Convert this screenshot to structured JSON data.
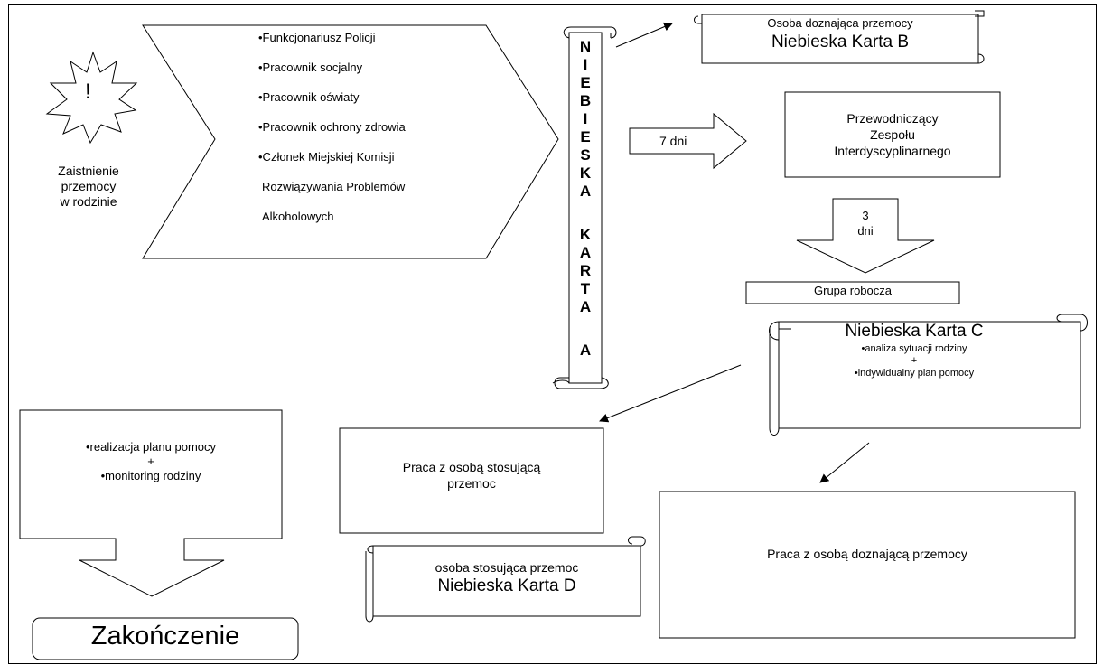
{
  "event": {
    "symbol": "!",
    "label_lines": [
      "Zaistnienie",
      "przemocy",
      "w rodzinie"
    ]
  },
  "roles": [
    "•Funkcjonariusz Policji",
    "•Pracownik socjalny",
    "•Pracownik oświaty",
    "•Pracownik ochrony zdrowia",
    "•Członek Miejskiej Komisji",
    "Rozwiązywania Problemów",
    "Alkoholowych"
  ],
  "card_a": {
    "letters": [
      "N",
      "I",
      "E",
      "B",
      "I",
      "E",
      "S",
      "K",
      "A",
      "",
      "K",
      "A",
      "R",
      "T",
      "A",
      "",
      "A"
    ]
  },
  "card_b": {
    "subtitle": "Osoba doznająca przemocy",
    "title": "Niebieska Karta B"
  },
  "arrow_7": {
    "label": "7 dni"
  },
  "chairman": {
    "lines": [
      "Przewodniczący",
      "Zespołu",
      "Interdyscyplinarnego"
    ]
  },
  "arrow_3": {
    "lines": [
      "3",
      "dni"
    ]
  },
  "working_group": {
    "label": "Grupa robocza"
  },
  "card_c": {
    "title": "Niebieska Karta C",
    "item1": "•analiza sytuacji rodziny",
    "plus": "+",
    "item2": "•indywidualny plan pomocy"
  },
  "plan": {
    "item1": "•realizacja planu pomocy",
    "plus": "+",
    "item2": "•monitoring rodziny"
  },
  "work_perpetrator": {
    "lines": [
      "Praca z osobą stosującą",
      "przemoc"
    ]
  },
  "work_victim": {
    "label": "Praca z osobą doznającą przemocy"
  },
  "card_d": {
    "subtitle": "osoba stosująca przemoc",
    "title": "Niebieska Karta D"
  },
  "end": {
    "label": "Zakończenie"
  }
}
